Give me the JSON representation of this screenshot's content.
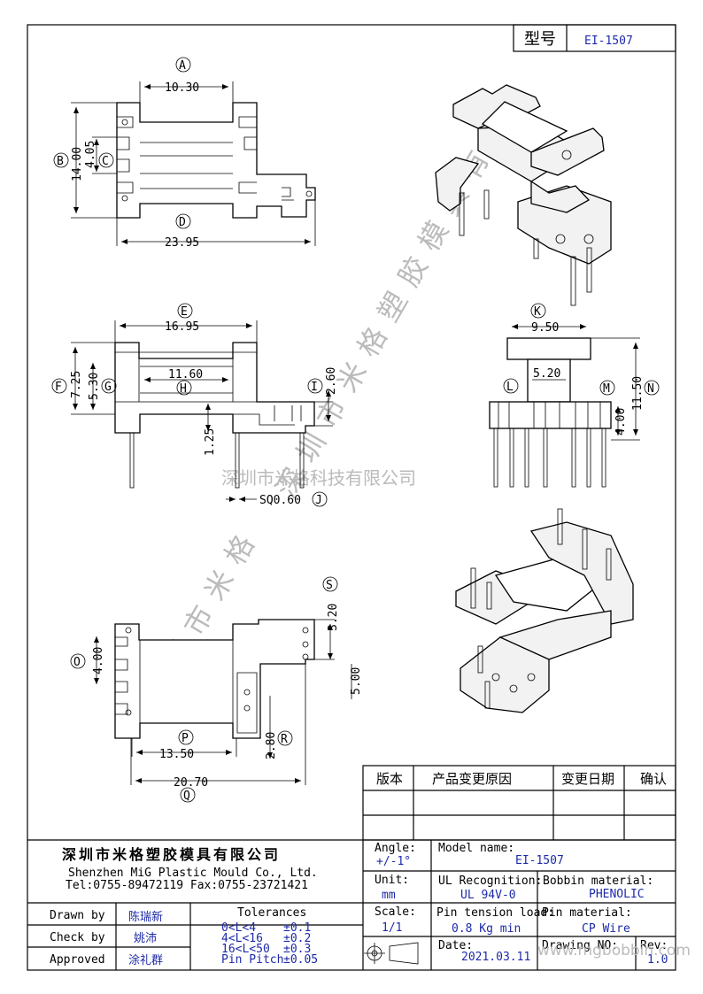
{
  "header": {
    "model_label": "型号",
    "model_value": "EI-1507"
  },
  "dimensions": {
    "A": {
      "letter": "A",
      "value": "10.30"
    },
    "B": {
      "letter": "B",
      "value": "14.00"
    },
    "C": {
      "letter": "C",
      "value": "4.05"
    },
    "D": {
      "letter": "D",
      "value": "23.95"
    },
    "E": {
      "letter": "E",
      "value": "16.95"
    },
    "F": {
      "letter": "F",
      "value": "7.25"
    },
    "G": {
      "letter": "G",
      "value": "5.30"
    },
    "H": {
      "letter": "H",
      "value": "11.60"
    },
    "I": {
      "letter": "I",
      "value": "2.60"
    },
    "J": {
      "letter": "J",
      "value": "SQ0.60"
    },
    "unlabeled": {
      "value": "1.25"
    },
    "K": {
      "letter": "K",
      "value": "9.50"
    },
    "L": {
      "letter": "L",
      "value": "5.20"
    },
    "M": {
      "letter": "M",
      "value": "4.00"
    },
    "N": {
      "letter": "N",
      "value": "11.50"
    },
    "O": {
      "letter": "O",
      "value": "4.00"
    },
    "P": {
      "letter": "P",
      "value": "13.50"
    },
    "Q": {
      "letter": "Q",
      "value": "20.70"
    },
    "R": {
      "letter": "R",
      "value": "2.80"
    },
    "S": {
      "letter": "S",
      "value": "3.20"
    },
    "five": {
      "value": "5.00"
    }
  },
  "watermark": {
    "text": "深圳市米格科技有限公司",
    "diag_1": "深圳市米格塑胶模具有限",
    "diag_2": "深圳市米格",
    "url": "www.mgbobbin.com"
  },
  "revision_table": {
    "headers": [
      "版本",
      "产品变更原因",
      "变更日期",
      "确认"
    ]
  },
  "company": {
    "name_cn": "深圳市米格塑胶模具有限公司",
    "name_en": "Shenzhen MiG Plastic Mould Co., Ltd.",
    "contact": "Tel:0755-89472119   Fax:0755-23721421"
  },
  "signoff": [
    {
      "role": "Drawn by",
      "name": "陈瑞新"
    },
    {
      "role": "Check by",
      "name": "姚沛"
    },
    {
      "role": "Approved",
      "name": "涂礼群"
    }
  ],
  "tolerances": {
    "title": "Tolerances",
    "rows": [
      {
        "range": "0<L<4",
        "value": "±0.1"
      },
      {
        "range": "4<L<16",
        "value": "±0.2"
      },
      {
        "range": "16<L<50",
        "value": "±0.3"
      },
      {
        "range": "Pin Pitch",
        "value": "±0.05"
      }
    ]
  },
  "specs": {
    "angle_label": "Angle:",
    "angle_value": "+/-1°",
    "unit_label": "Unit:",
    "unit_value": "mm",
    "scale_label": "Scale:",
    "scale_value": "1/1",
    "model_name_label": "Model name:",
    "model_name_value": "EI-1507",
    "ul_label": "UL Recognition:",
    "ul_value": "UL 94V-0",
    "bobbin_label": "Bobbin material:",
    "bobbin_value": "PHENOLIC",
    "pin_tension_label": "Pin tension load:",
    "pin_tension_value": "0.8 Kg min",
    "pin_material_label": "Pin material:",
    "pin_material_value": "CP Wire",
    "date_label": "Date:",
    "date_value": "2021.03.11",
    "drawing_no_label": "Drawing NO:",
    "drawing_no_value": "",
    "rev_label": "Rev:",
    "rev_value": "1.0"
  }
}
